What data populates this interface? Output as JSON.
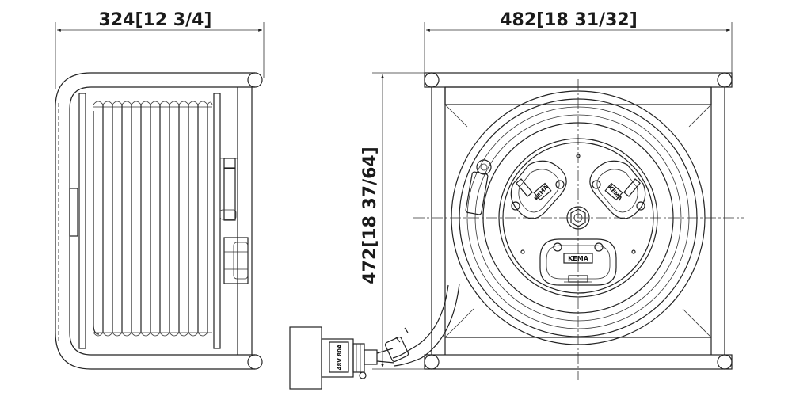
{
  "dimensions": {
    "side_width": "324[12 3/4]",
    "front_width": "482[18 31/32]",
    "front_height": "472[18 37/64]"
  },
  "brand_labels": {
    "left_socket": "KEMA",
    "right_socket": "KEMA",
    "bottom_socket": "KEMA"
  },
  "plug_label": "48V 80A"
}
